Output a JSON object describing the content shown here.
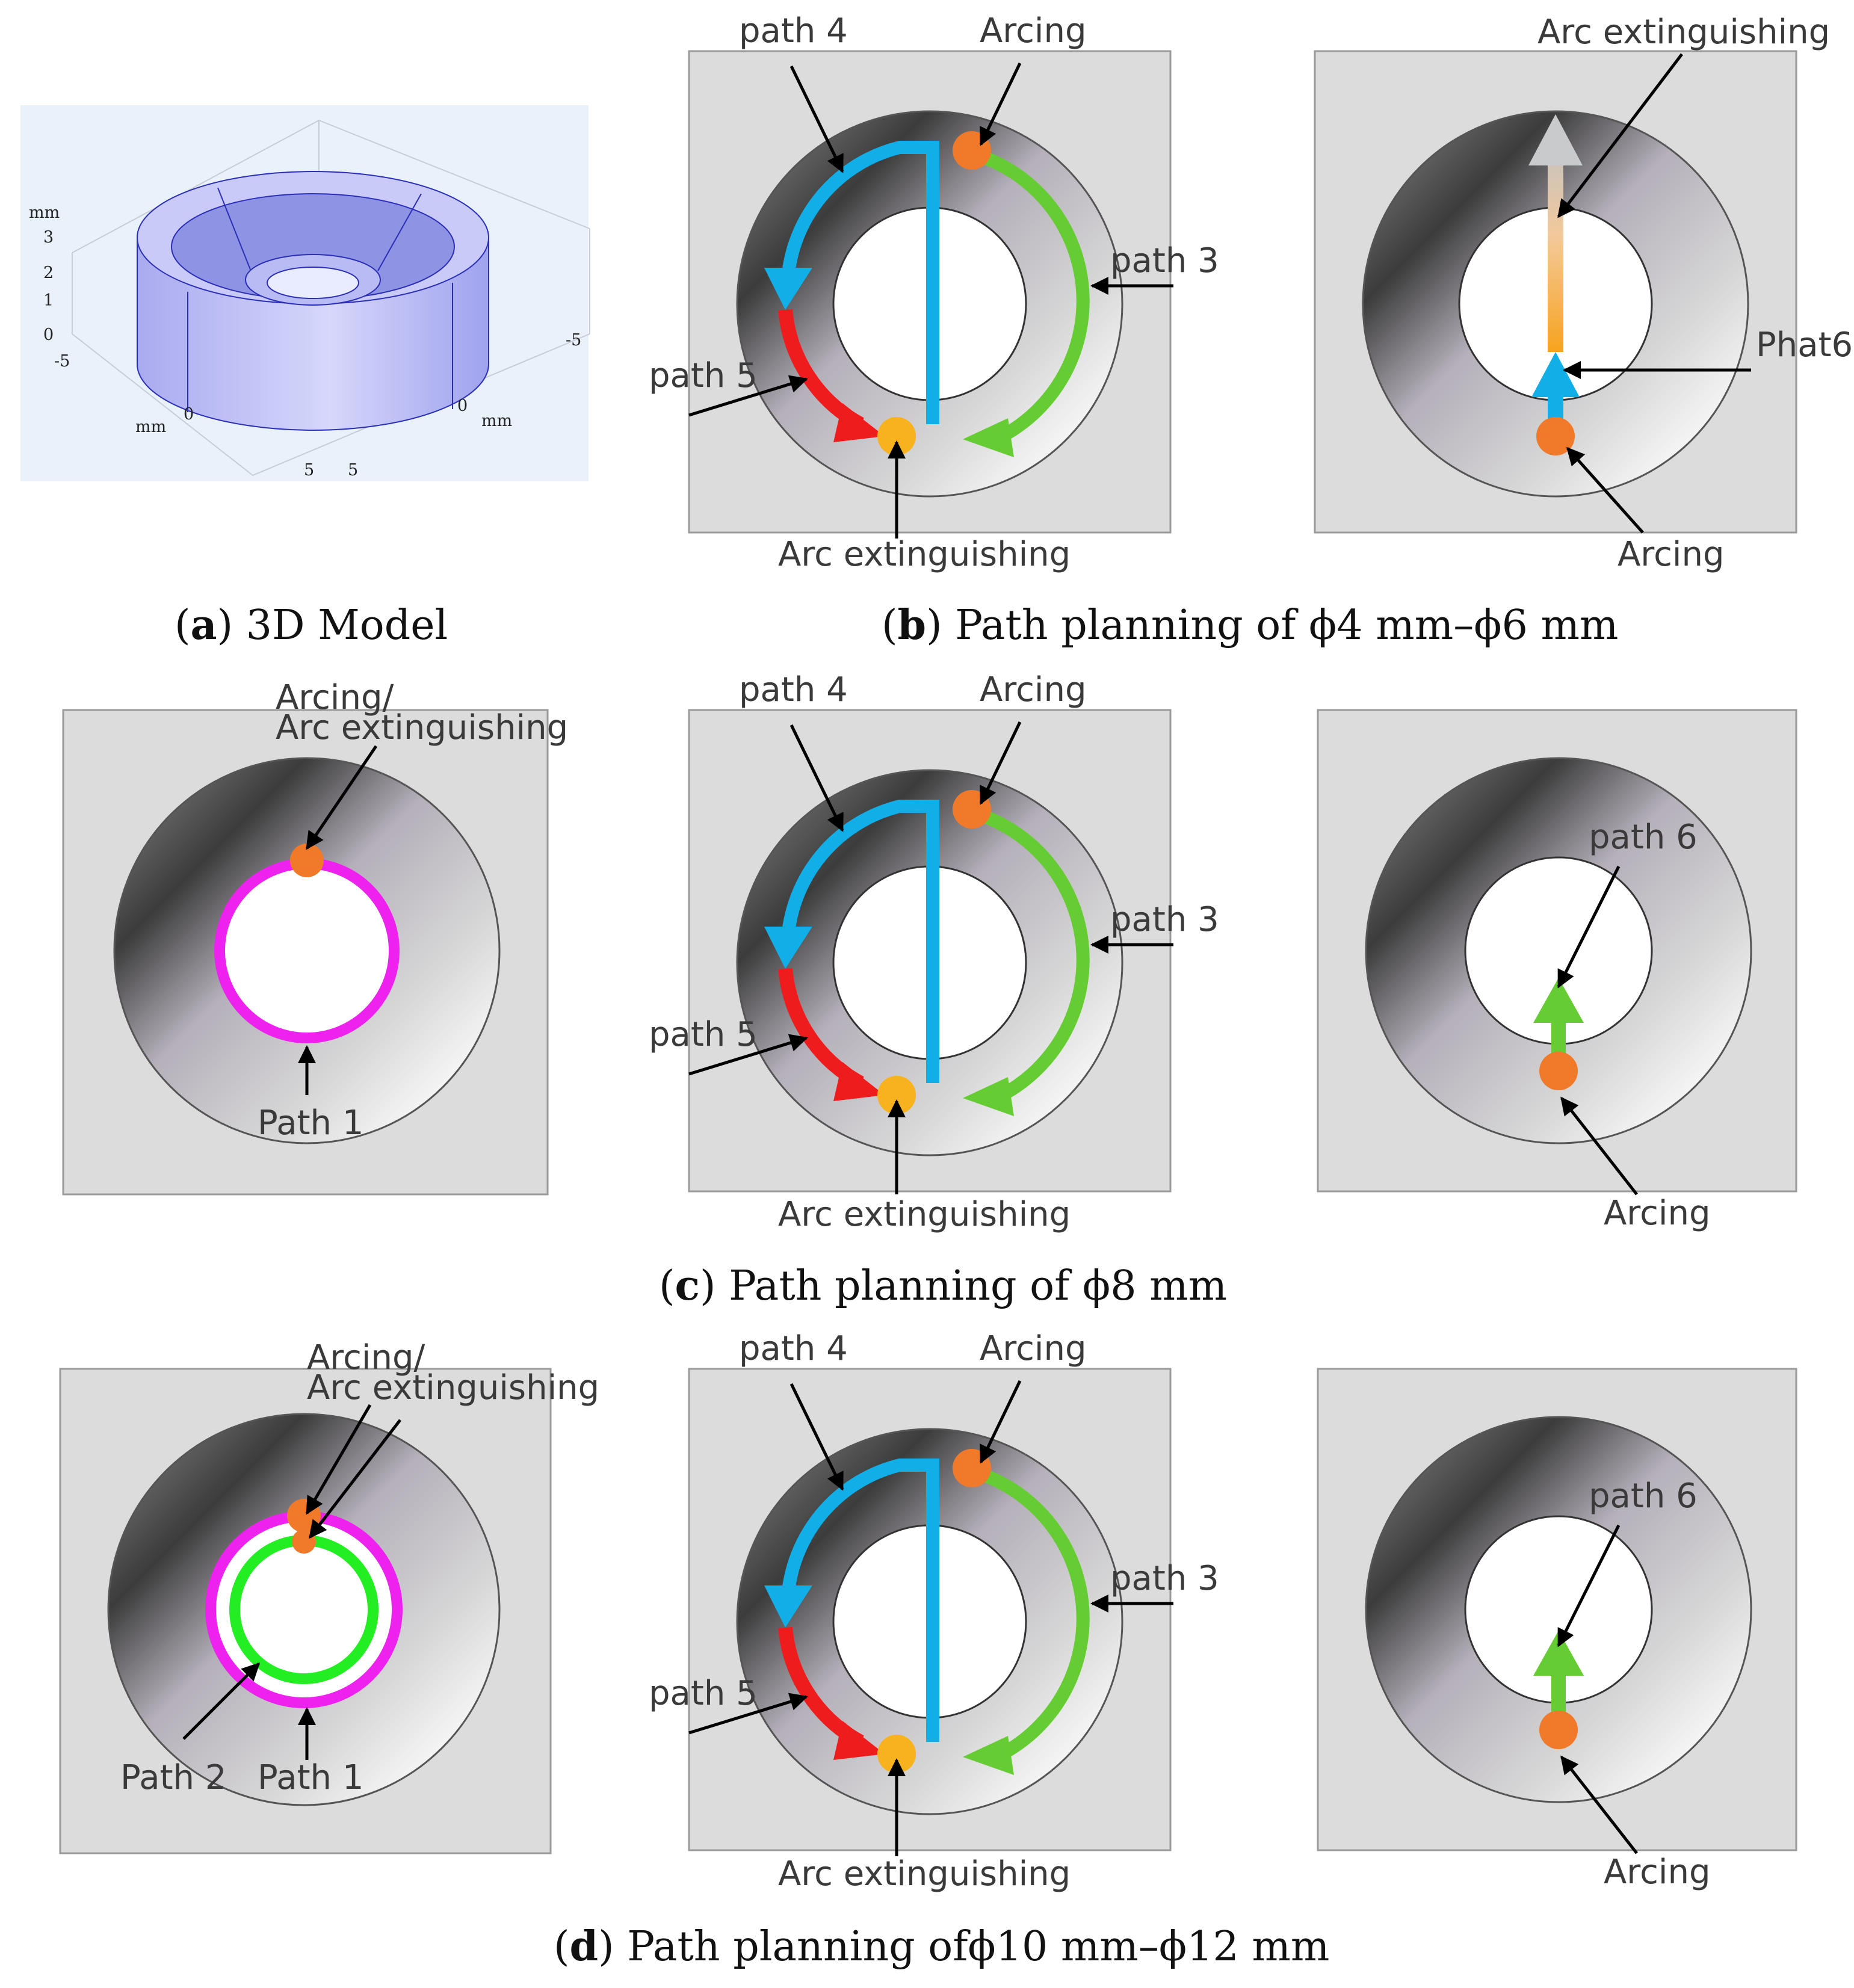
{
  "figure": {
    "model_axes": {
      "unit_z": "mm",
      "unit_x": "mm",
      "unit_y": "mm",
      "z_ticks": [
        "3",
        "2",
        "1",
        "0"
      ],
      "x_ticks": [
        "-5",
        "0",
        "5"
      ],
      "y_ticks": [
        "-5",
        "0",
        "5"
      ]
    },
    "captions": {
      "a": {
        "letter": "a",
        "text": " 3D Model"
      },
      "b": {
        "letter": "b",
        "text": " Path planning of ϕ4 mm–ϕ6 mm"
      },
      "c": {
        "letter": "c",
        "text": " Path planning of ϕ8 mm"
      },
      "d": {
        "letter": "d",
        "text": " Path planning ofϕ10 mm–ϕ12 mm"
      }
    },
    "labels": {
      "path3": "path 3",
      "path4": "path 4",
      "path5": "path 5",
      "path6": "path 6",
      "phat6": "Phat6",
      "arcing": "Arcing",
      "arc_ext": "Arc extinguishing",
      "arcing_slash": "Arcing/",
      "path1": "Path 1",
      "path2": "Path 2"
    },
    "colors": {
      "blue": "#11aee8",
      "green": "#66cc33",
      "red": "#ee1c1c",
      "orange": "#f07a2a",
      "yellow": "#f7b21e",
      "magenta": "#ee22ee",
      "bright_green": "#22ee22",
      "panel_bg": "#dcdcdc",
      "model_body": "#b7b9f2"
    }
  }
}
